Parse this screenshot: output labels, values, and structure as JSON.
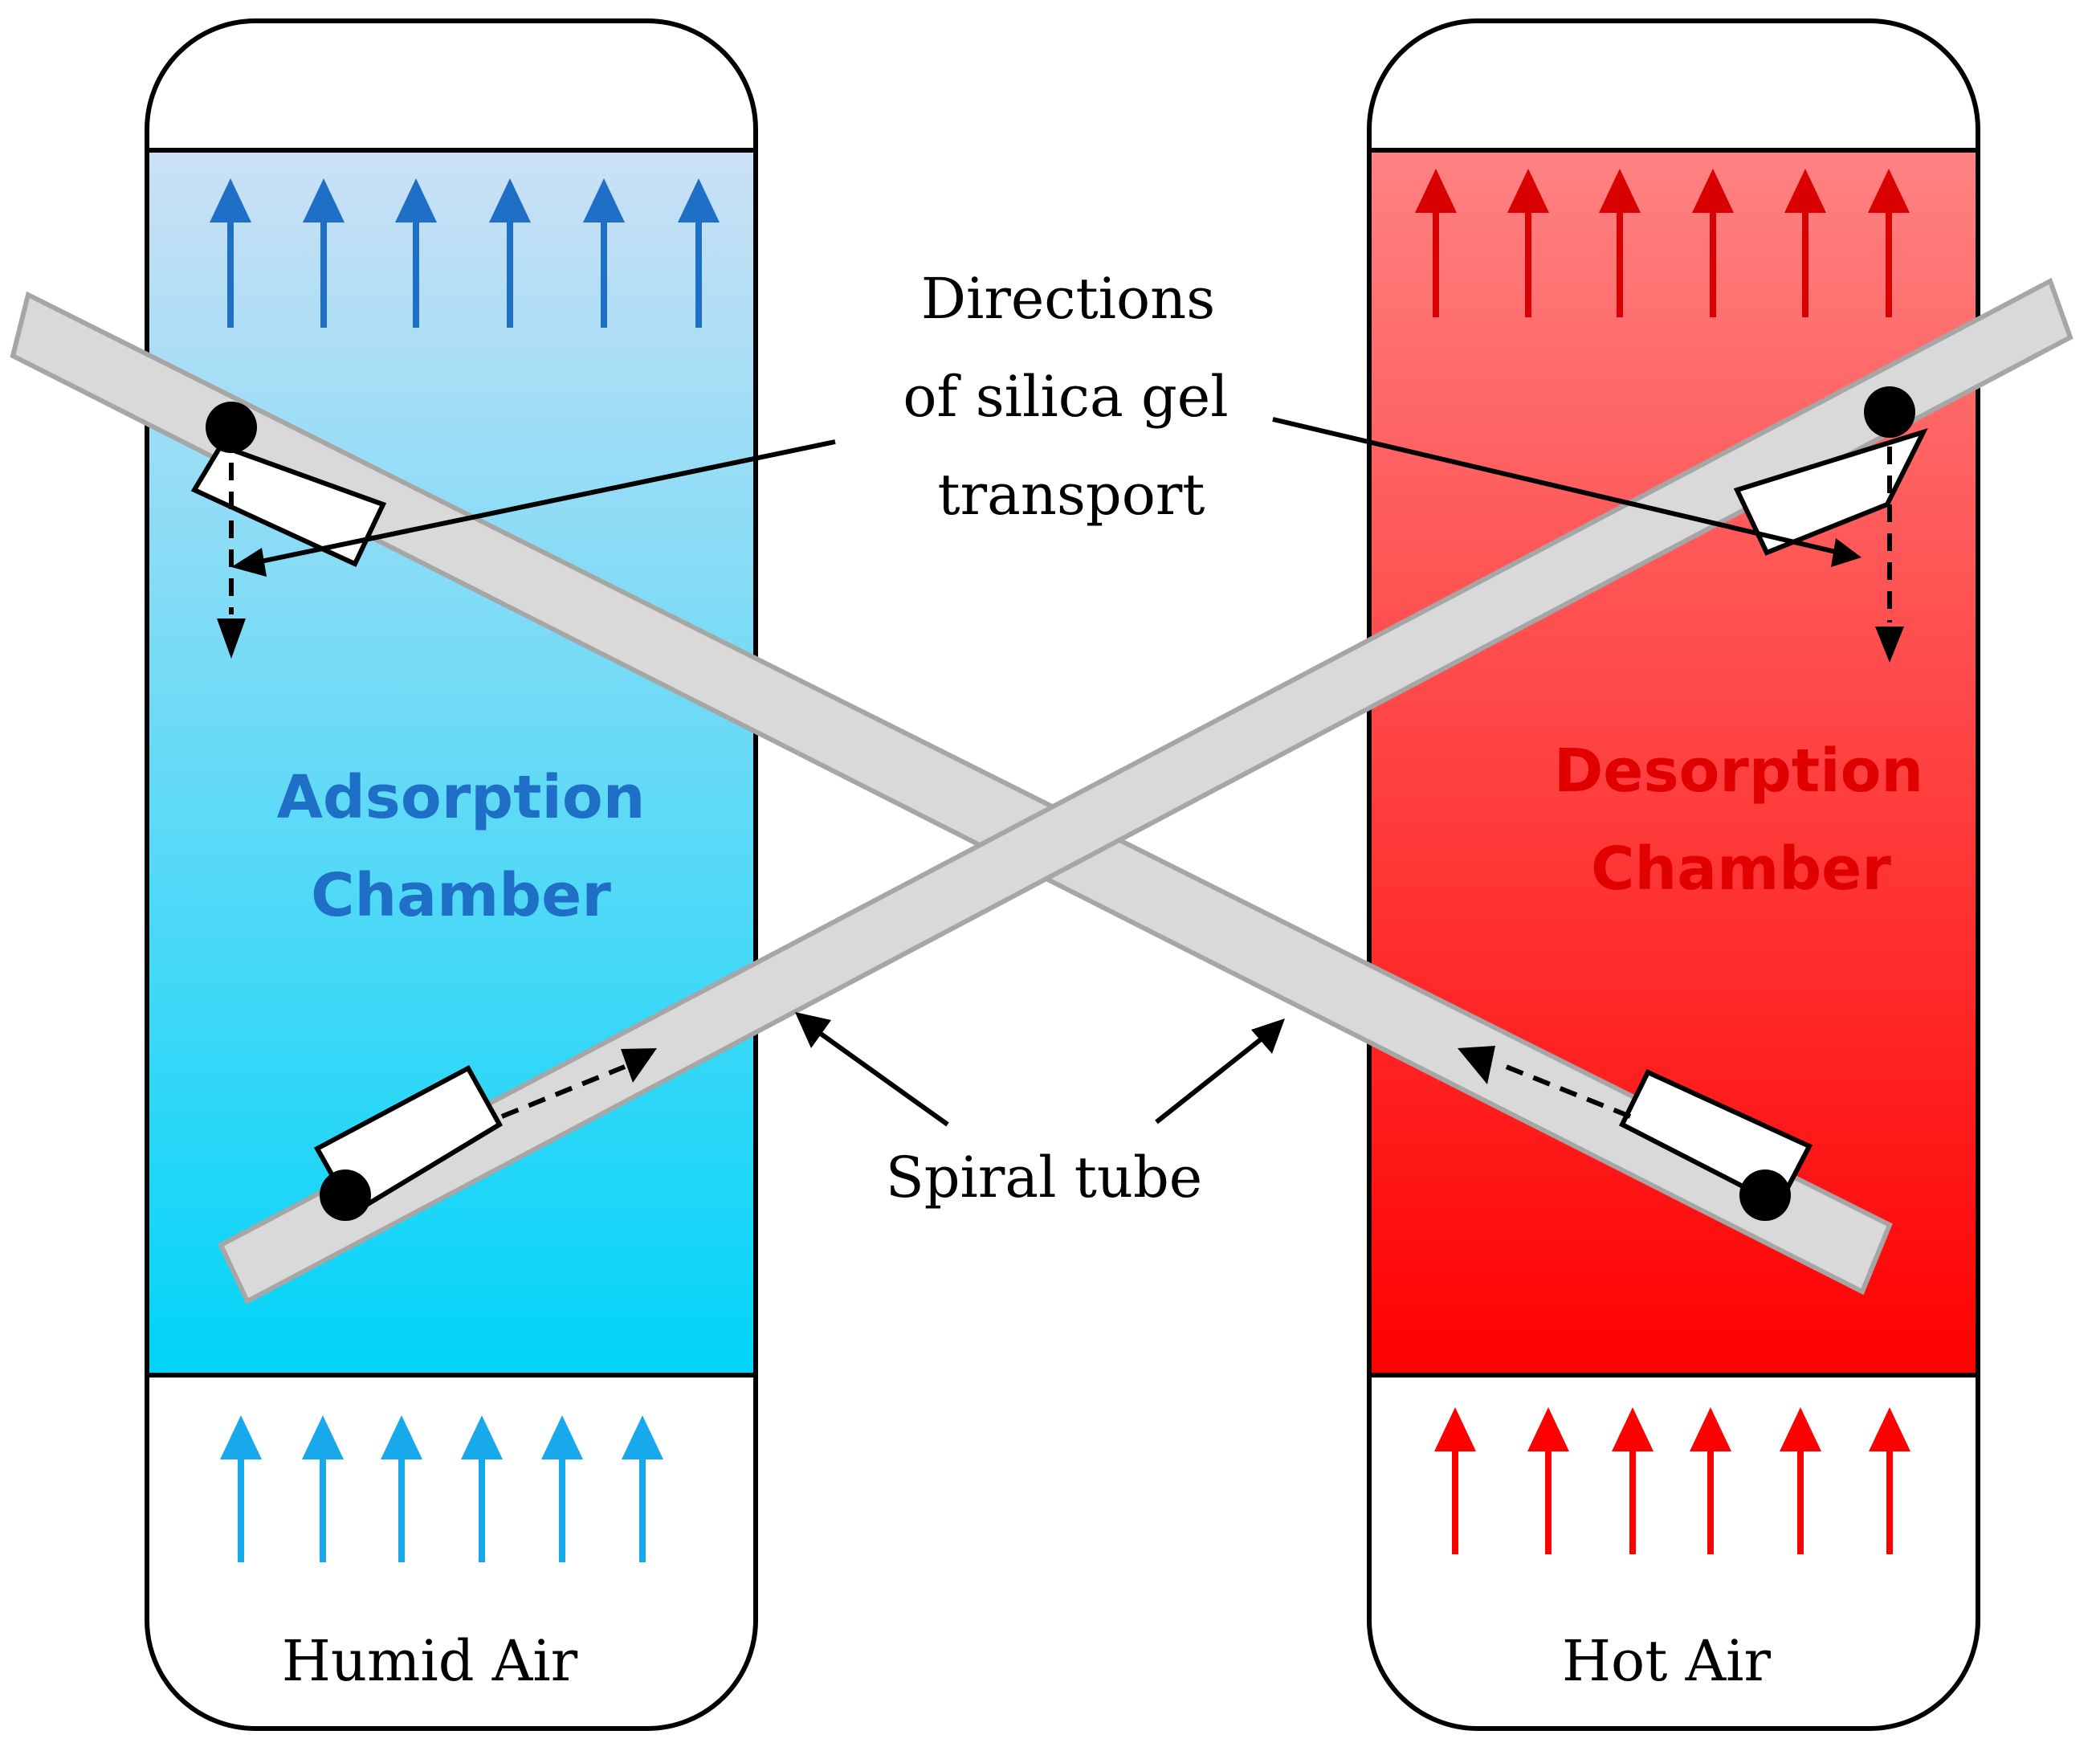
{
  "labels": {
    "directions_line1": "Directions",
    "directions_line2": "of silica gel",
    "directions_line3": "transport",
    "spiral_tube": "Spiral tube",
    "adsorption_line1": "Adsorption",
    "adsorption_line2": "Chamber",
    "desorption_line1": "Desorption",
    "desorption_line2": "Chamber",
    "humid_air": "Humid Air",
    "hot_air": "Hot Air"
  },
  "colors": {
    "adsorption_gradient_top": "#cce0f5",
    "adsorption_gradient_bottom": "#00d4f8",
    "desorption_gradient_top": "#ff8282",
    "desorption_gradient_bottom": "#ff0000",
    "adsorption_title": "#1f6fc7",
    "desorption_title": "#e00000",
    "adsorption_upper_arrows": "#1f6fc7",
    "adsorption_lower_arrows": "#18a8ec",
    "desorption_upper_arrows": "#d80000",
    "desorption_lower_arrows": "#ff0000",
    "tube_fill": "#d9d9d9",
    "tube_stroke": "#a6a6a6",
    "outline": "#000000"
  }
}
